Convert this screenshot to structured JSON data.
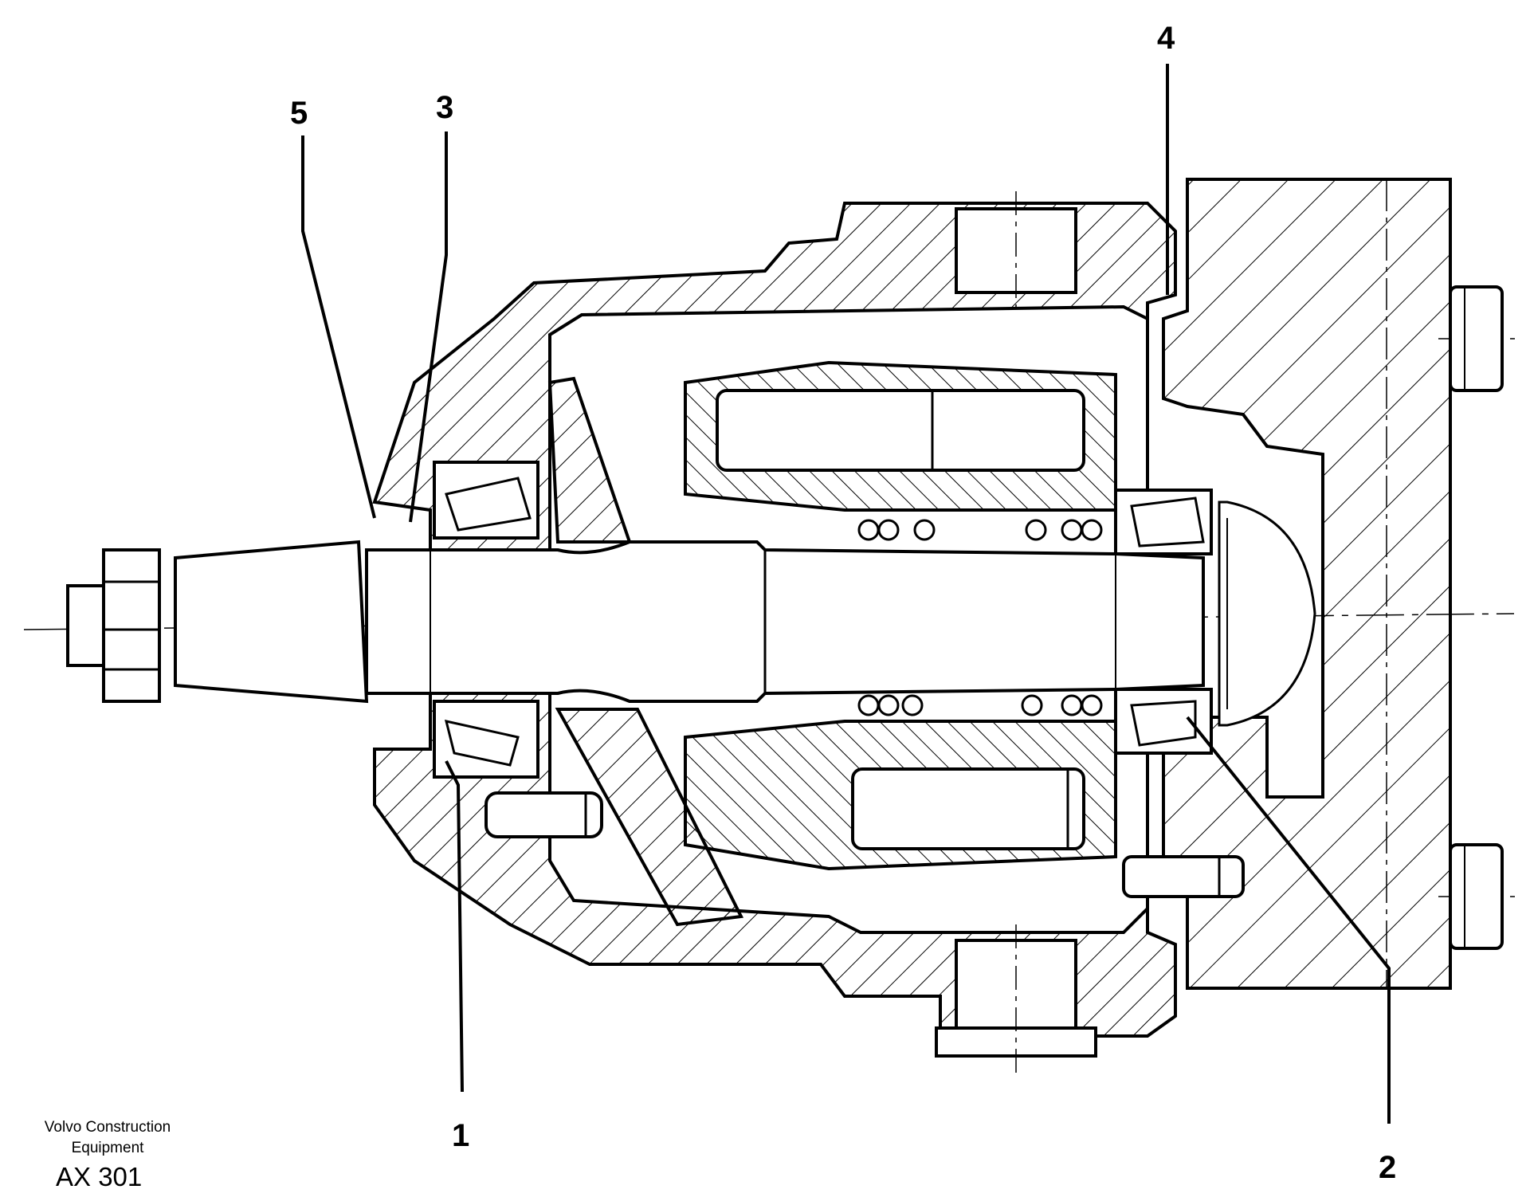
{
  "diagram": {
    "callouts": [
      {
        "id": "1",
        "label": "1"
      },
      {
        "id": "2",
        "label": "2"
      },
      {
        "id": "3",
        "label": "3"
      },
      {
        "id": "4",
        "label": "4"
      },
      {
        "id": "5",
        "label": "5"
      }
    ],
    "caption": {
      "maker_line1": "Volvo Construction",
      "maker_line2": "Equipment",
      "code": "AX 301"
    }
  }
}
